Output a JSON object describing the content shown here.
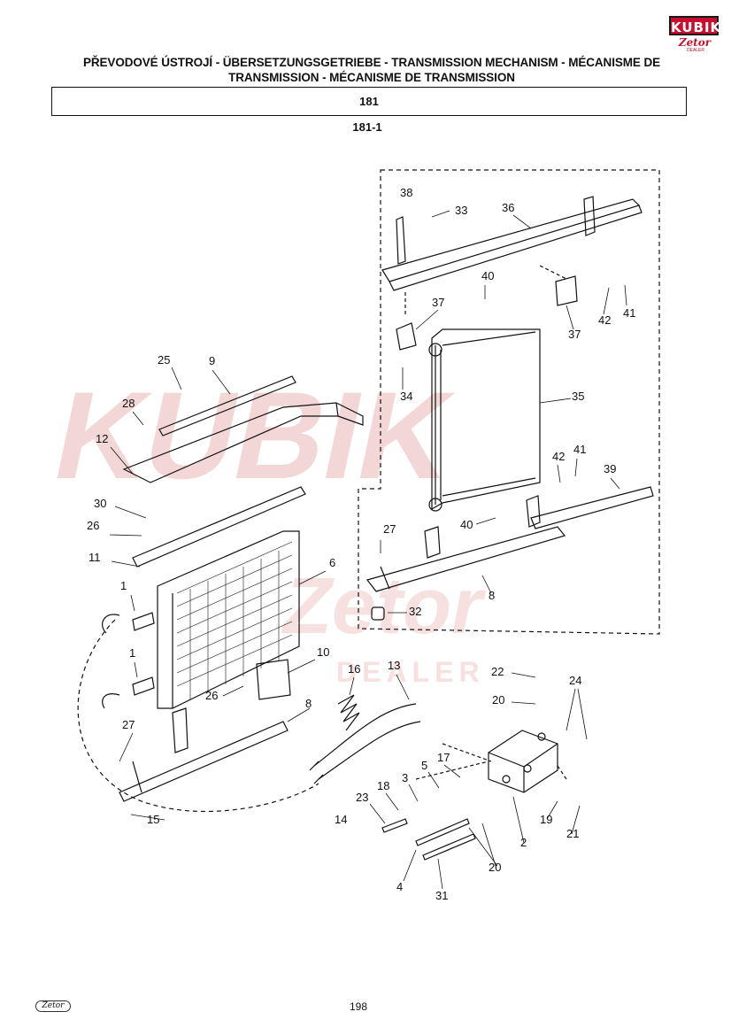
{
  "header": {
    "title": "PŘEVODOVÉ ÚSTROJÍ - ÜBERSETZUNGSGETRIEBE - TRANSMISSION MECHANISM - MÉCANISME DE TRANSMISSION - MÉCANISME DE TRANSMISSION",
    "section": "181",
    "subsection": "181-1"
  },
  "logo": {
    "brand": "KUBIK",
    "sub": "Zetor",
    "tag": "DEALER"
  },
  "footer": {
    "logo": "Zetor",
    "page": "198"
  },
  "callouts": {
    "c1a": "1",
    "c1b": "1",
    "c2": "2",
    "c3": "3",
    "c4": "4",
    "c5": "5",
    "c6": "6",
    "c8a": "8",
    "c8b": "8",
    "c9": "9",
    "c10": "10",
    "c11": "11",
    "c12": "12",
    "c13": "13",
    "c14": "14",
    "c15": "15",
    "c16": "16",
    "c17": "17",
    "c18": "18",
    "c19": "19",
    "c20a": "20",
    "c20b": "20",
    "c21": "21",
    "c22": "22",
    "c23": "23",
    "c24": "24",
    "c25": "25",
    "c26a": "26",
    "c26b": "26",
    "c27a": "27",
    "c27b": "27",
    "c28": "28",
    "c30": "30",
    "c31": "31",
    "c32": "32",
    "c33": "33",
    "c34": "34",
    "c35": "35",
    "c36": "36",
    "c37a": "37",
    "c37b": "37",
    "c38": "38",
    "c39": "39",
    "c40a": "40",
    "c40b": "40",
    "c41a": "41",
    "c41b": "41",
    "c42a": "42",
    "c42b": "42"
  },
  "watermark": {
    "main": "KUBIK",
    "sub": "Zetor",
    "tag": "DEALER"
  },
  "colors": {
    "ink": "#111111",
    "accent": "#c8102e",
    "watermark": "#f3d6d6"
  }
}
